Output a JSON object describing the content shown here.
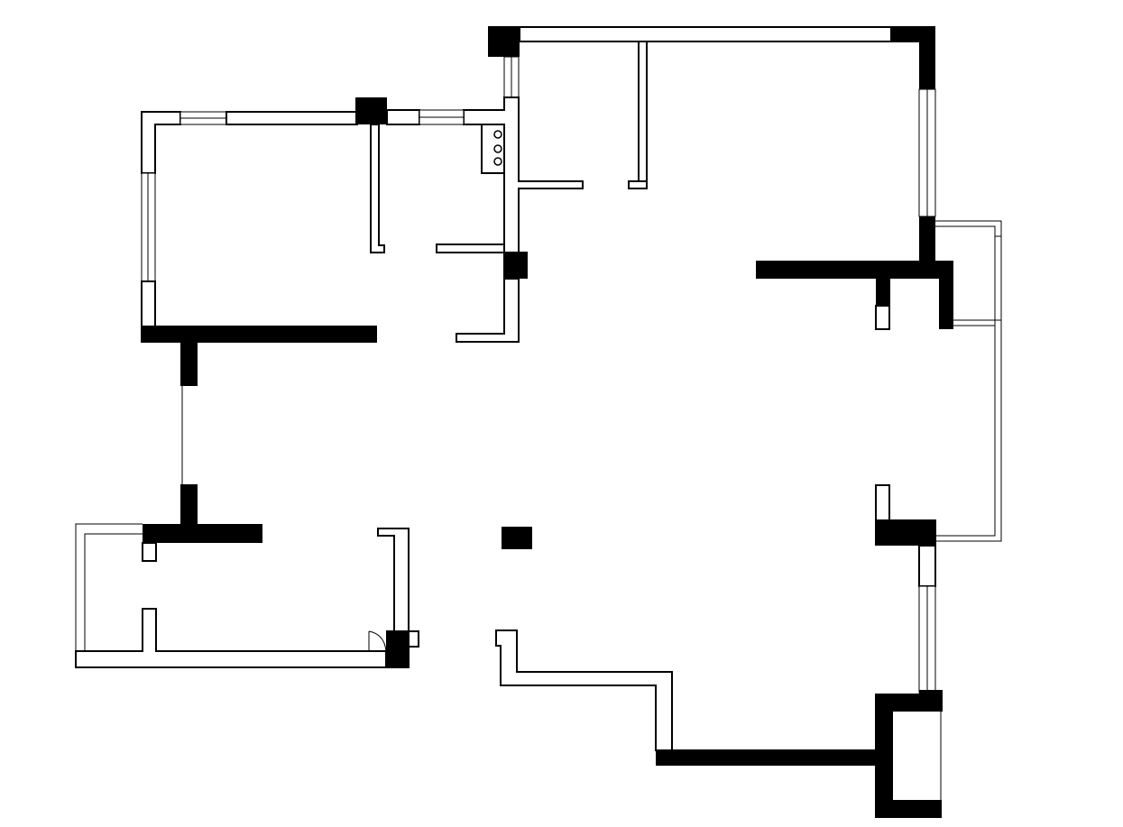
{
  "plan": {
    "wall_color": "#000000",
    "background_color": "#ffffff",
    "fixtures": [
      {
        "type": "sink-burner"
      },
      {
        "type": "sink-burner"
      },
      {
        "type": "sink-burner"
      }
    ]
  }
}
